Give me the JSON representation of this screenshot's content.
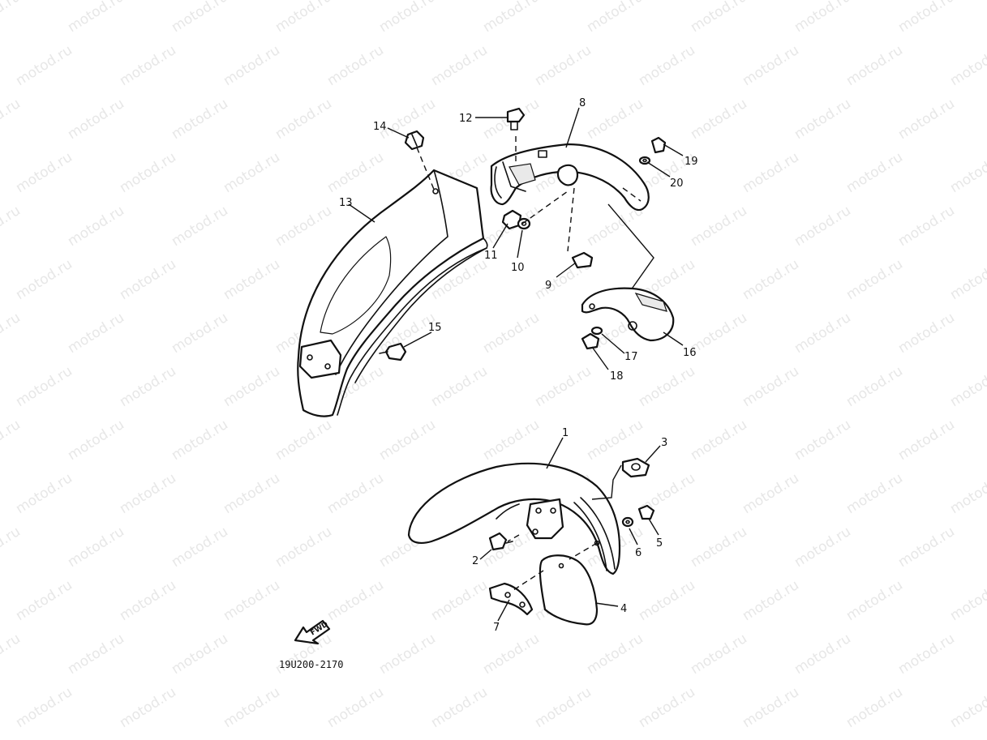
{
  "watermark": {
    "text": "motod.ru"
  },
  "diagram_code": "19U200-2170",
  "fwd_label": "FWD",
  "callouts": [
    {
      "id": "1",
      "label": "1"
    },
    {
      "id": "2",
      "label": "2"
    },
    {
      "id": "3",
      "label": "3"
    },
    {
      "id": "4",
      "label": "4"
    },
    {
      "id": "5",
      "label": "5"
    },
    {
      "id": "6",
      "label": "6"
    },
    {
      "id": "7",
      "label": "7"
    },
    {
      "id": "8",
      "label": "8"
    },
    {
      "id": "9",
      "label": "9"
    },
    {
      "id": "10",
      "label": "10"
    },
    {
      "id": "11",
      "label": "11"
    },
    {
      "id": "12",
      "label": "12"
    },
    {
      "id": "13",
      "label": "13"
    },
    {
      "id": "14",
      "label": "14"
    },
    {
      "id": "15",
      "label": "15"
    },
    {
      "id": "16",
      "label": "16"
    },
    {
      "id": "17",
      "label": "17"
    },
    {
      "id": "18",
      "label": "18"
    },
    {
      "id": "19",
      "label": "19"
    },
    {
      "id": "20",
      "label": "20"
    }
  ]
}
